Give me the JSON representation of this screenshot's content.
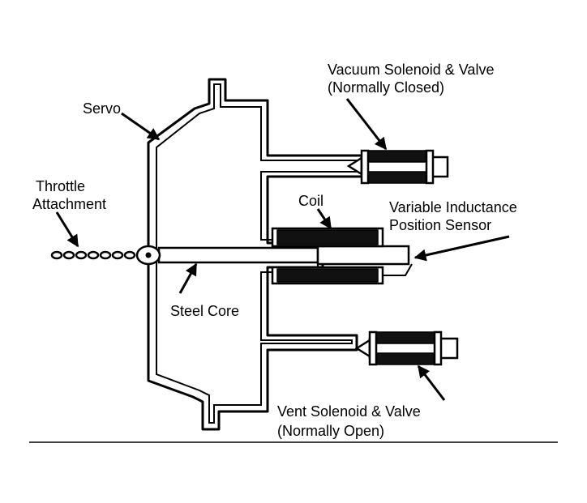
{
  "labels": {
    "servo": "Servo",
    "throttle_line1": "Throttle",
    "throttle_line2": "Attachment",
    "vacuum_line1": "Vacuum Solenoid & Valve",
    "vacuum_line2": "(Normally Closed)",
    "coil": "Coil",
    "sensor_line1": "Variable Inductance",
    "sensor_line2": "Position Sensor",
    "steel_core": "Steel Core",
    "vent_line1": "Vent Solenoid & Valve",
    "vent_line2": "(Normally Open)"
  }
}
